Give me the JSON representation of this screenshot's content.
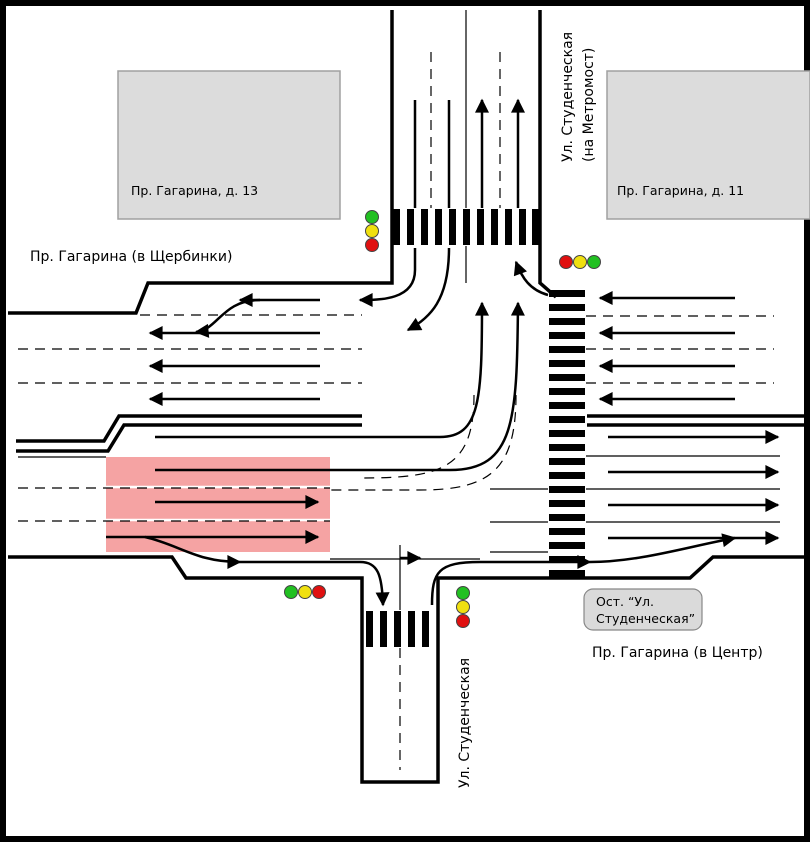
{
  "labels": {
    "building_left": "Пр. Гагарина, д. 13",
    "building_right": "Пр. Гагарина, д. 11",
    "road_west": "Пр. Гагарина (в Щербинки)",
    "road_east": "Пр. Гагарина (в Центр)",
    "street_north_line1": "Ул. Студенческая",
    "street_north_line2": "(на Метромост)",
    "street_south": "Ул. Студенческая",
    "bus_stop_line1": "Ост. “Ул.",
    "bus_stop_line2": "Студенческая”"
  },
  "colors": {
    "background": "#ffffff",
    "frame": "#000000",
    "building_fill": "#dcdcdc",
    "building_stroke": "#a0a0a0",
    "highlight": "#f5a3a3",
    "road_line": "#000000",
    "signal_green": "#22c022",
    "signal_yellow": "#f0e010",
    "signal_red": "#e01010",
    "stop_fill": "#dadada"
  },
  "traffic_lights": [
    {
      "name": "signal-north-west",
      "orientation": "vertical"
    },
    {
      "name": "signal-north-east",
      "orientation": "horizontal"
    },
    {
      "name": "signal-south-west",
      "orientation": "horizontal"
    },
    {
      "name": "signal-south-east",
      "orientation": "vertical"
    }
  ]
}
